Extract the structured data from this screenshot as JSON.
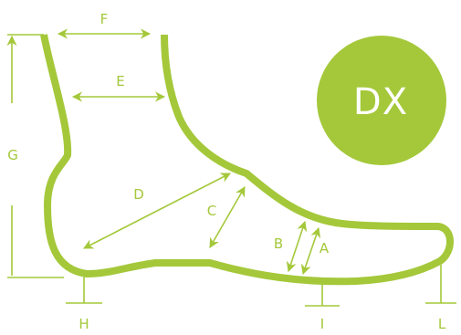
{
  "colors": {
    "accent": "#a4c83a",
    "badge_bg": "#a4c83a",
    "badge_text": "#ffffff",
    "background": "#ffffff"
  },
  "badge": {
    "text": "DX"
  },
  "labels": {
    "a": "A",
    "b": "B",
    "c": "C",
    "d": "D",
    "e": "E",
    "f": "F",
    "g": "G",
    "h": "H",
    "i": "I",
    "l": "L"
  }
}
